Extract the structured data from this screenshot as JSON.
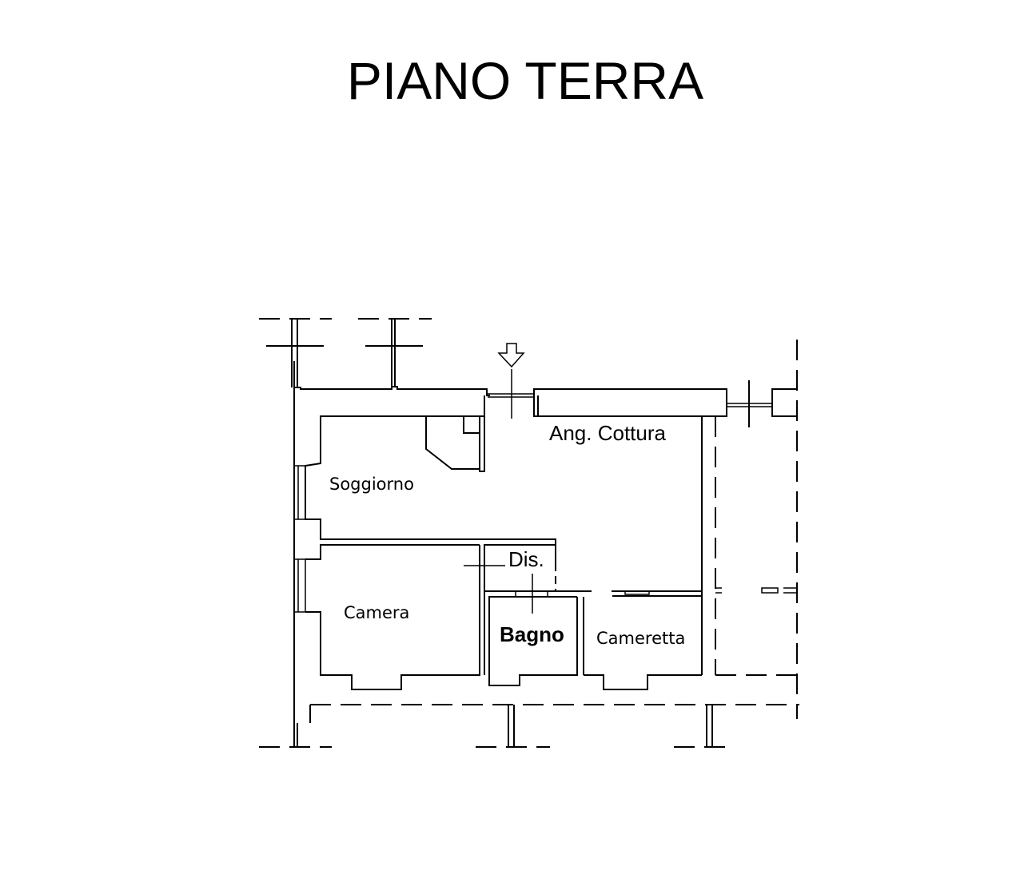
{
  "title": "PIANO TERRA",
  "rooms": {
    "soggiorno": "Soggiorno",
    "cottura": "Ang. Cottura",
    "dis": "Dis.",
    "camera": "Camera",
    "bagno": "Bagno",
    "cameretta": "Cameretta"
  },
  "icons": {
    "entrance": "entrance-arrow-icon"
  }
}
